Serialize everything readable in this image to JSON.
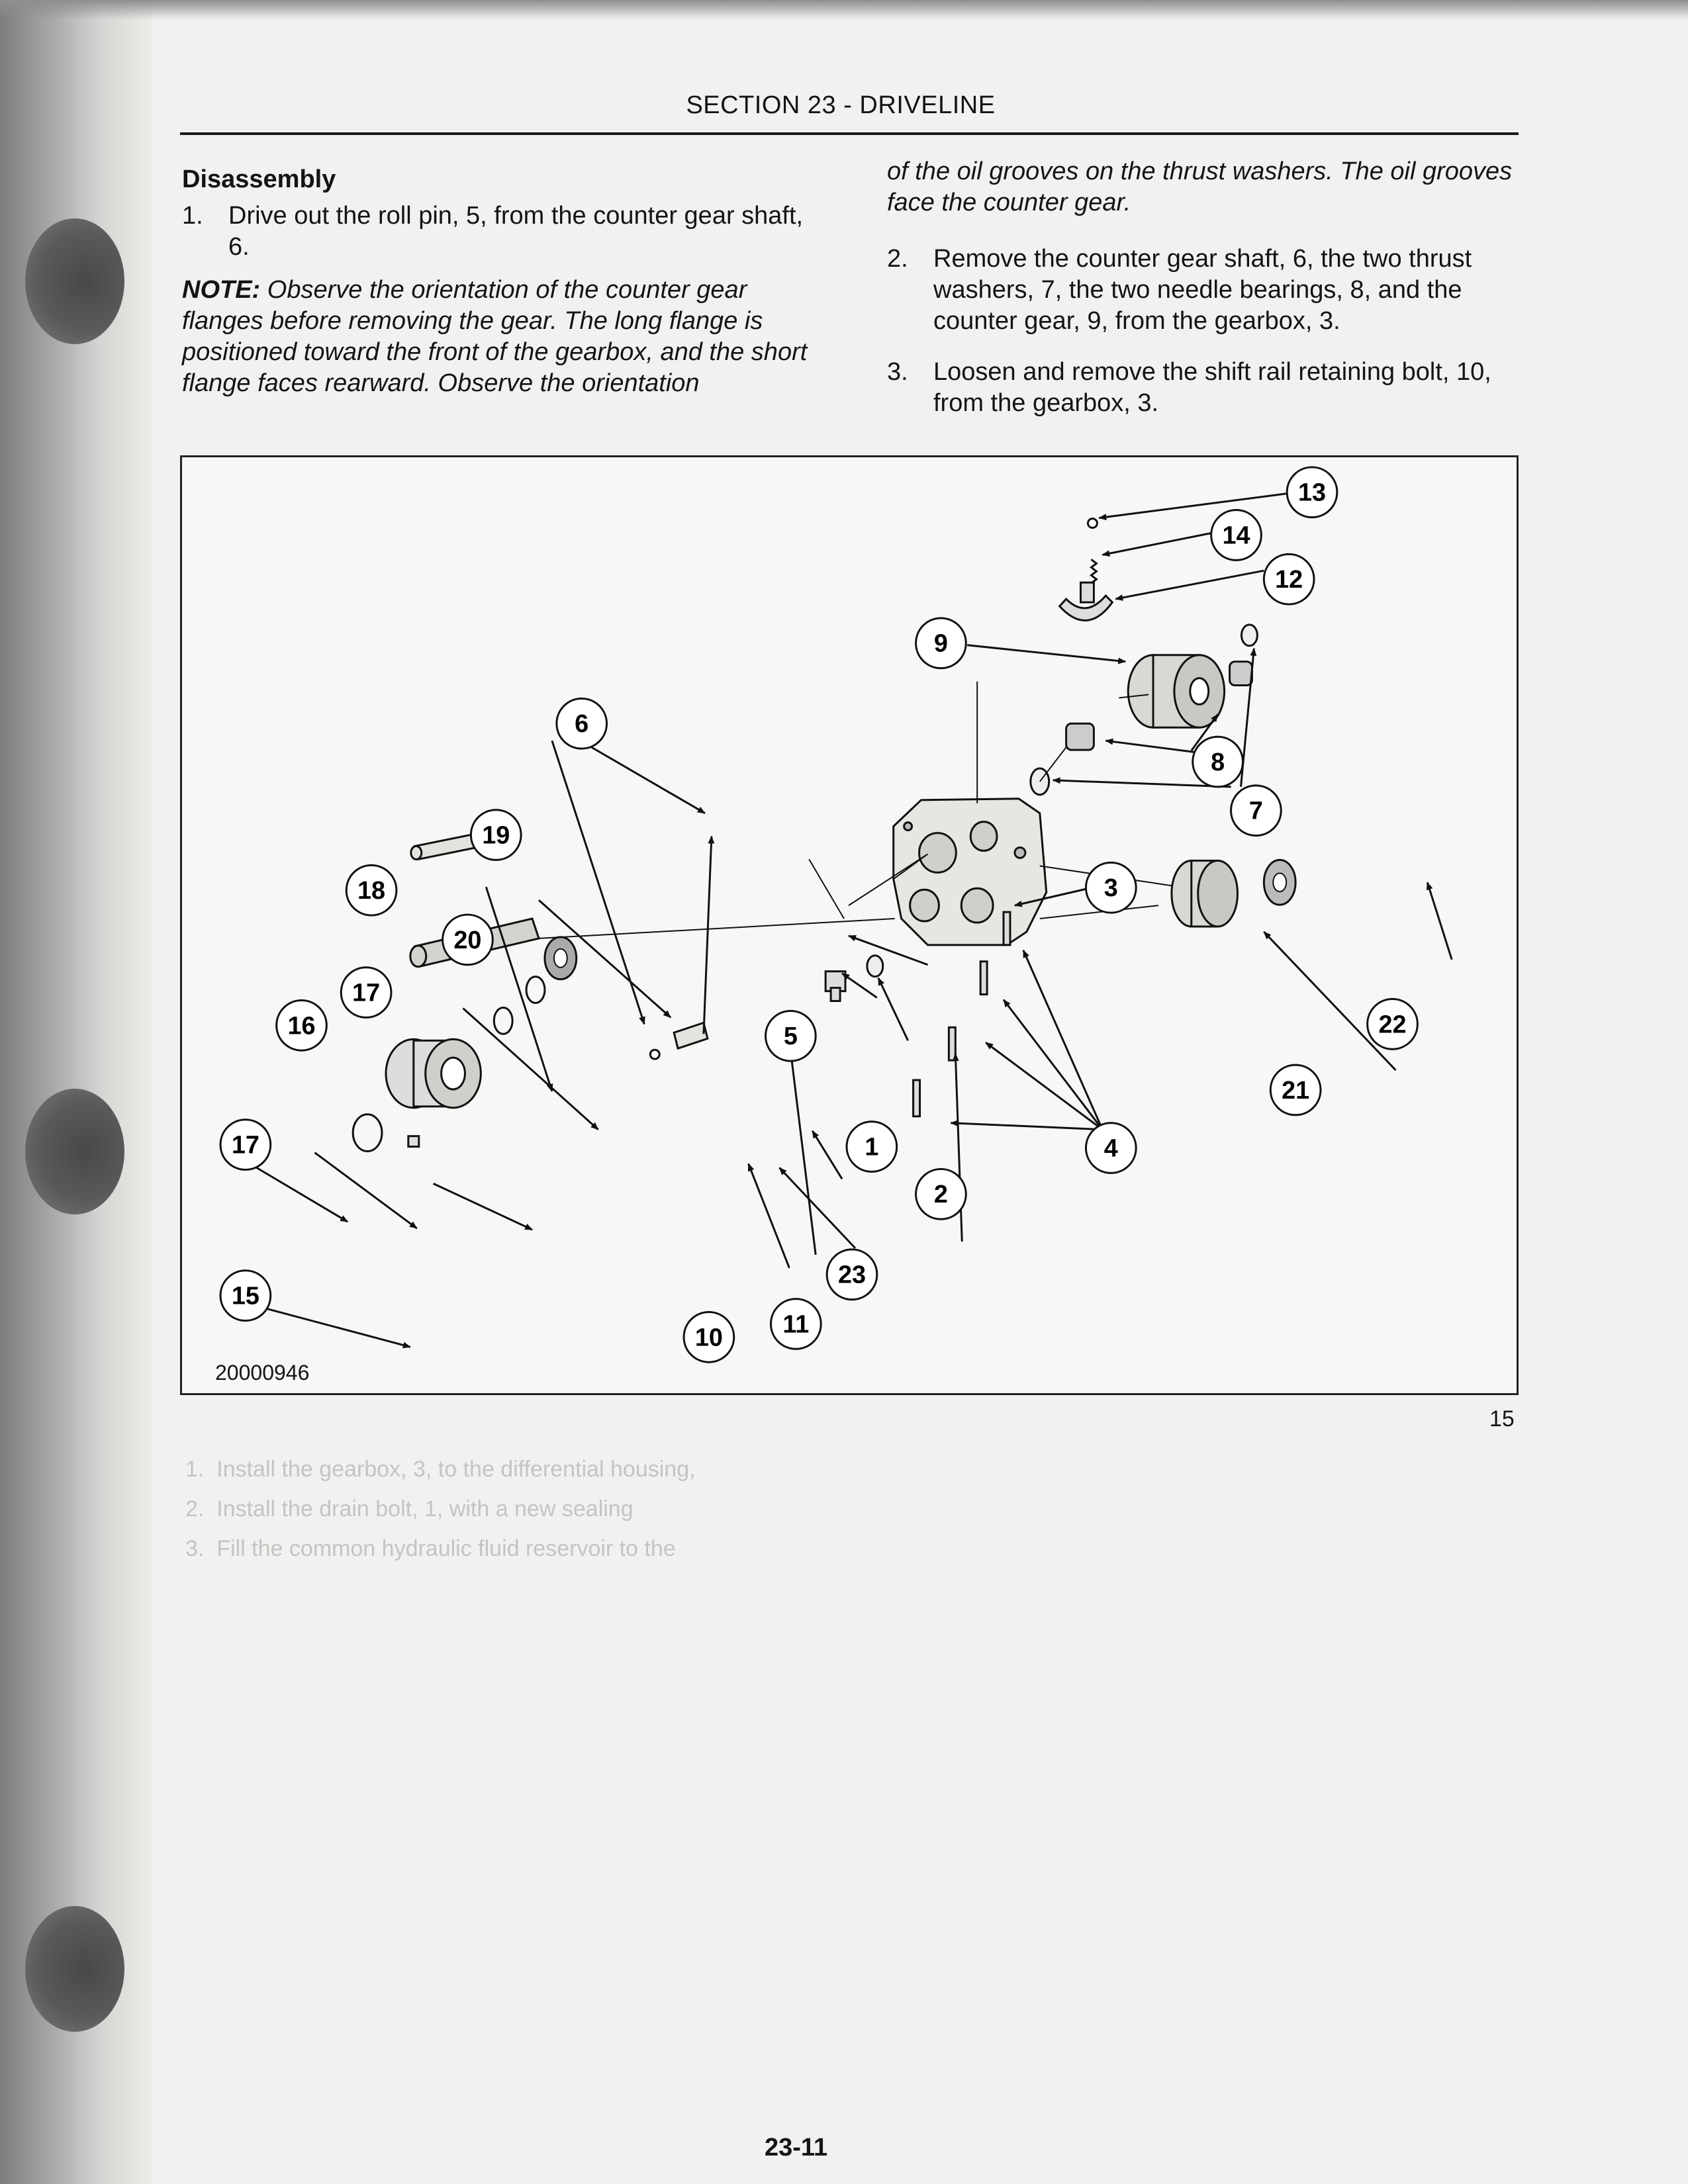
{
  "header": {
    "section_title": "SECTION 23 - DRIVELINE"
  },
  "left_column": {
    "heading": "Disassembly",
    "step1_num": "1.",
    "step1_text": "Drive out the roll pin, 5, from the counter gear shaft, 6.",
    "note_label": "NOTE:",
    "note_text": "Observe the orientation of the counter gear flanges before removing the gear. The long flange is positioned toward the front of the gearbox, and the short flange faces rearward. Observe the orientation"
  },
  "right_column": {
    "continued_text": "of the oil grooves on the thrust washers. The oil grooves face the counter gear.",
    "step2_num": "2.",
    "step2_text": "Remove the counter gear shaft, 6, the two thrust washers, 7, the two needle bearings, 8, and the counter gear, 9, from the gearbox, 3.",
    "step3_num": "3.",
    "step3_text": "Loosen and remove the shift rail retaining bolt, 10, from the gearbox, 3."
  },
  "figure": {
    "id_label": "20000946",
    "number": "15",
    "callouts": [
      "1",
      "2",
      "3",
      "4",
      "5",
      "6",
      "7",
      "8",
      "9",
      "10",
      "11",
      "12",
      "13",
      "14",
      "15",
      "16",
      "17",
      "17",
      "18",
      "19",
      "20",
      "21",
      "22",
      "23"
    ]
  },
  "footer": {
    "page_number": "23-11"
  }
}
